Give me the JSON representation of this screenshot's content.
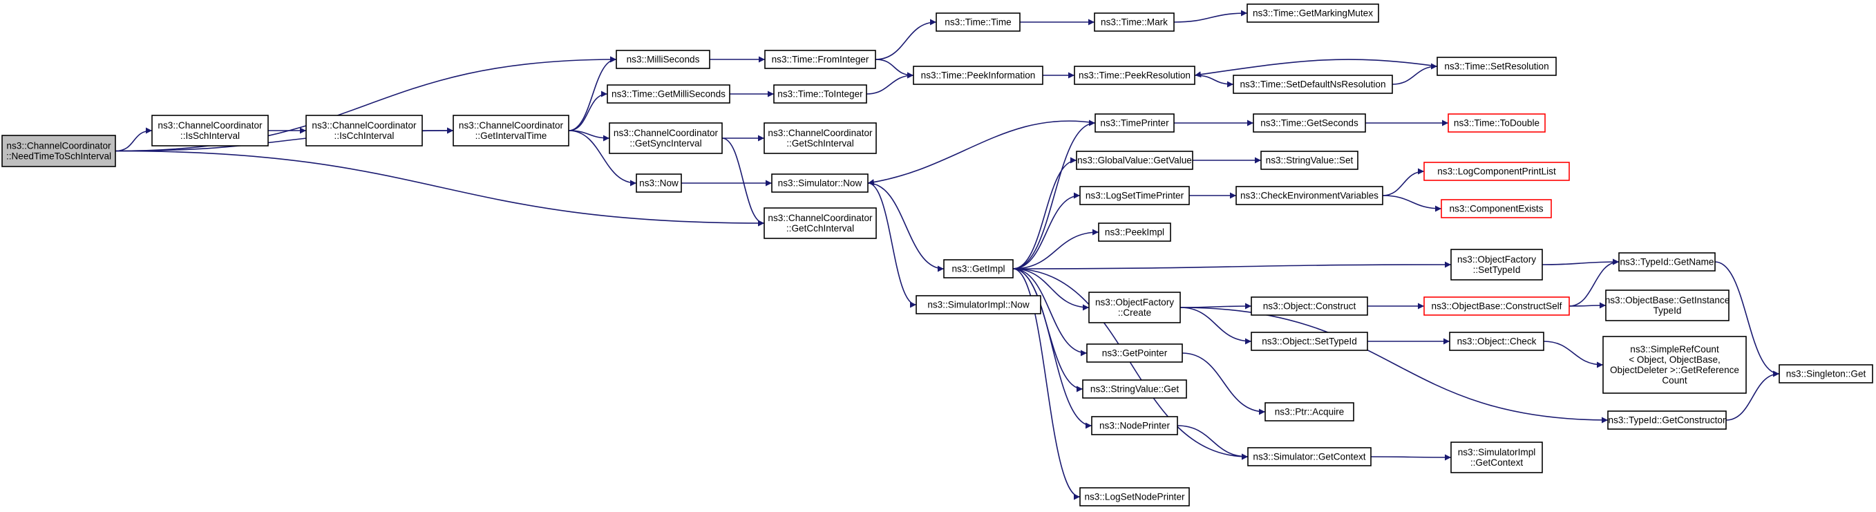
{
  "colors": {
    "edge": "#191970",
    "node_border": "#000000",
    "root_fill": "#bfbfbf",
    "red_border": "#ff0000",
    "background": "#ffffff"
  },
  "nodes": [
    {
      "id": "root",
      "lines": [
        "ns3::ChannelCoordinator",
        "::NeedTimeToSchInterval"
      ],
      "style": "root"
    },
    {
      "id": "isSch",
      "lines": [
        "ns3::ChannelCoordinator",
        "::IsSchInterval"
      ]
    },
    {
      "id": "isCch",
      "lines": [
        "ns3::ChannelCoordinator",
        "::IsCchInterval"
      ]
    },
    {
      "id": "getInt",
      "lines": [
        "ns3::ChannelCoordinator",
        "::GetIntervalTime"
      ]
    },
    {
      "id": "milli",
      "lines": [
        "ns3::MilliSeconds"
      ]
    },
    {
      "id": "getMilli",
      "lines": [
        "ns3::Time::GetMilliSeconds"
      ]
    },
    {
      "id": "getSync",
      "lines": [
        "ns3::ChannelCoordinator",
        "::GetSyncInterval"
      ]
    },
    {
      "id": "now",
      "lines": [
        "ns3::Now"
      ]
    },
    {
      "id": "fromInt",
      "lines": [
        "ns3::Time::FromInteger"
      ]
    },
    {
      "id": "toInt",
      "lines": [
        "ns3::Time::ToInteger"
      ]
    },
    {
      "id": "getSch",
      "lines": [
        "ns3::ChannelCoordinator",
        "::GetSchInterval"
      ]
    },
    {
      "id": "simNow",
      "lines": [
        "ns3::Simulator::Now"
      ]
    },
    {
      "id": "getCch",
      "lines": [
        "ns3::ChannelCoordinator",
        "::GetCchInterval"
      ]
    },
    {
      "id": "timeTime",
      "lines": [
        "ns3::Time::Time"
      ]
    },
    {
      "id": "peekInfo",
      "lines": [
        "ns3::Time::PeekInformation"
      ]
    },
    {
      "id": "getImpl",
      "lines": [
        "ns3::GetImpl"
      ]
    },
    {
      "id": "simImplNow",
      "lines": [
        "ns3::SimulatorImpl::Now"
      ]
    },
    {
      "id": "mark",
      "lines": [
        "ns3::Time::Mark"
      ]
    },
    {
      "id": "peekRes",
      "lines": [
        "ns3::Time::PeekResolution"
      ]
    },
    {
      "id": "timePrinter",
      "lines": [
        "ns3::TimePrinter"
      ]
    },
    {
      "id": "gvGet",
      "lines": [
        "ns3::GlobalValue::GetValue"
      ]
    },
    {
      "id": "logSetTime",
      "lines": [
        "ns3::LogSetTimePrinter"
      ]
    },
    {
      "id": "peekImpl",
      "lines": [
        "ns3::PeekImpl"
      ]
    },
    {
      "id": "ofCreate",
      "lines": [
        "ns3::ObjectFactory",
        "::Create"
      ]
    },
    {
      "id": "getPointer",
      "lines": [
        "ns3::GetPointer"
      ]
    },
    {
      "id": "svGet",
      "lines": [
        "ns3::StringValue::Get"
      ]
    },
    {
      "id": "nodePrinter",
      "lines": [
        "ns3::NodePrinter"
      ]
    },
    {
      "id": "logSetNode",
      "lines": [
        "ns3::LogSetNodePrinter"
      ]
    },
    {
      "id": "getMarkMutex",
      "lines": [
        "ns3::Time::GetMarkingMutex"
      ]
    },
    {
      "id": "setDefNs",
      "lines": [
        "ns3::Time::SetDefaultNsResolution"
      ]
    },
    {
      "id": "getSeconds",
      "lines": [
        "ns3::Time::GetSeconds"
      ]
    },
    {
      "id": "svSet",
      "lines": [
        "ns3::StringValue::Set"
      ]
    },
    {
      "id": "checkEnv",
      "lines": [
        "ns3::CheckEnvironmentVariables"
      ]
    },
    {
      "id": "objConstruct",
      "lines": [
        "ns3::Object::Construct"
      ]
    },
    {
      "id": "objSetTid",
      "lines": [
        "ns3::Object::SetTypeId"
      ]
    },
    {
      "id": "ptrAcquire",
      "lines": [
        "ns3::Ptr::Acquire"
      ]
    },
    {
      "id": "simGetCtx",
      "lines": [
        "ns3::Simulator::GetContext"
      ]
    },
    {
      "id": "setRes",
      "lines": [
        "ns3::Time::SetResolution"
      ]
    },
    {
      "id": "toDouble",
      "lines": [
        "ns3::Time::ToDouble"
      ],
      "style": "red"
    },
    {
      "id": "logCompList",
      "lines": [
        "ns3::LogComponentPrintList"
      ],
      "style": "red"
    },
    {
      "id": "compExists",
      "lines": [
        "ns3::ComponentExists"
      ],
      "style": "red"
    },
    {
      "id": "ofSetTid",
      "lines": [
        "ns3::ObjectFactory",
        "::SetTypeId"
      ]
    },
    {
      "id": "obConstructSelf",
      "lines": [
        "ns3::ObjectBase::ConstructSelf"
      ],
      "style": "red"
    },
    {
      "id": "objCheck",
      "lines": [
        "ns3::Object::Check"
      ]
    },
    {
      "id": "simImplGetCtx",
      "lines": [
        "ns3::SimulatorImpl",
        "::GetContext"
      ]
    },
    {
      "id": "tidGetName",
      "lines": [
        "ns3::TypeId::GetName"
      ]
    },
    {
      "id": "obGetInst",
      "lines": [
        "ns3::ObjectBase::GetInstance",
        "TypeId"
      ]
    },
    {
      "id": "srcGetRef",
      "lines": [
        "ns3::SimpleRefCount",
        "< Object, ObjectBase,",
        "ObjectDeleter >::GetReference",
        "Count"
      ]
    },
    {
      "id": "tidGetCtor",
      "lines": [
        "ns3::TypeId::GetConstructor"
      ]
    },
    {
      "id": "singletonGet",
      "lines": [
        "ns3::Singleton::Get"
      ]
    }
  ],
  "edges": [
    [
      "root",
      "isSch"
    ],
    [
      "root",
      "getInt"
    ],
    [
      "root",
      "milli"
    ],
    [
      "root",
      "getCch"
    ],
    [
      "isSch",
      "isCch"
    ],
    [
      "isCch",
      "getInt"
    ],
    [
      "getInt",
      "milli"
    ],
    [
      "getInt",
      "getMilli"
    ],
    [
      "getInt",
      "getSync"
    ],
    [
      "getInt",
      "now"
    ],
    [
      "milli",
      "fromInt"
    ],
    [
      "getMilli",
      "toInt"
    ],
    [
      "getSync",
      "getSch"
    ],
    [
      "getSync",
      "getCch"
    ],
    [
      "now",
      "simNow"
    ],
    [
      "fromInt",
      "timeTime"
    ],
    [
      "fromInt",
      "peekInfo"
    ],
    [
      "toInt",
      "peekInfo"
    ],
    [
      "timeTime",
      "mark"
    ],
    [
      "mark",
      "getMarkMutex"
    ],
    [
      "peekInfo",
      "peekRes"
    ],
    [
      "peekRes",
      "setDefNs"
    ],
    [
      "setDefNs",
      "setRes"
    ],
    [
      "setRes",
      "peekRes"
    ],
    [
      "simNow",
      "getImpl"
    ],
    [
      "simNow",
      "simImplNow"
    ],
    [
      "getImpl",
      "timePrinter"
    ],
    [
      "getImpl",
      "gvGet"
    ],
    [
      "getImpl",
      "logSetTime"
    ],
    [
      "getImpl",
      "peekImpl"
    ],
    [
      "getImpl",
      "ofSetTid"
    ],
    [
      "getImpl",
      "ofCreate"
    ],
    [
      "getImpl",
      "getPointer"
    ],
    [
      "getImpl",
      "svGet"
    ],
    [
      "getImpl",
      "nodePrinter"
    ],
    [
      "getImpl",
      "logSetNode"
    ],
    [
      "getImpl",
      "simGetCtx"
    ],
    [
      "timePrinter",
      "simNow"
    ],
    [
      "timePrinter",
      "getSeconds"
    ],
    [
      "getSeconds",
      "toDouble"
    ],
    [
      "gvGet",
      "svSet"
    ],
    [
      "logSetTime",
      "checkEnv"
    ],
    [
      "checkEnv",
      "logCompList"
    ],
    [
      "checkEnv",
      "compExists"
    ],
    [
      "ofSetTid",
      "tidGetName"
    ],
    [
      "ofCreate",
      "objConstruct"
    ],
    [
      "ofCreate",
      "objSetTid"
    ],
    [
      "ofCreate",
      "tidGetCtor"
    ],
    [
      "objConstruct",
      "obConstructSelf"
    ],
    [
      "obConstructSelf",
      "tidGetName"
    ],
    [
      "obConstructSelf",
      "obGetInst"
    ],
    [
      "objSetTid",
      "objCheck"
    ],
    [
      "objCheck",
      "srcGetRef"
    ],
    [
      "getPointer",
      "ptrAcquire"
    ],
    [
      "nodePrinter",
      "simGetCtx"
    ],
    [
      "simGetCtx",
      "simImplGetCtx"
    ],
    [
      "tidGetName",
      "singletonGet"
    ],
    [
      "tidGetCtor",
      "singletonGet"
    ]
  ]
}
